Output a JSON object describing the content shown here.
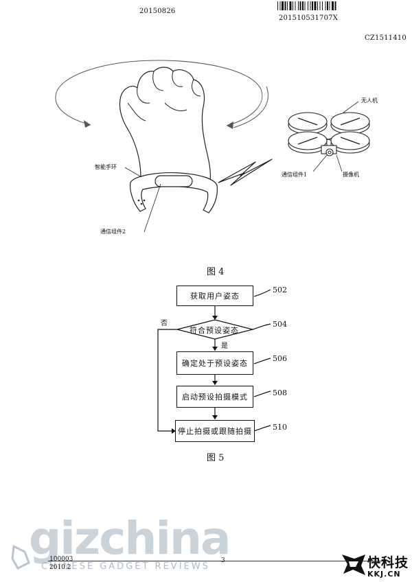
{
  "header": {
    "date": "20150826",
    "application_number": "201510531707X",
    "doc_code": "CZ1511410"
  },
  "figure4": {
    "caption": "图 4",
    "labels": {
      "drone": "无人机",
      "wristband": "智能手环",
      "comm1": "通信组件1",
      "camera": "摄像机",
      "comm2": "通信组件2"
    }
  },
  "figure5": {
    "caption": "图 5",
    "steps": [
      {
        "text": "获取用户姿态",
        "num": "502"
      },
      {
        "text": "符合预设姿态",
        "num": "504"
      },
      {
        "text": "确定处于预设姿态",
        "num": "506"
      },
      {
        "text": "启动预设拍摄模式",
        "num": "508"
      },
      {
        "text": "停止拍摄或跟随拍摄",
        "num": "510"
      }
    ],
    "yes_label": "是",
    "no_label": "否"
  },
  "footer": {
    "code1": "100003",
    "code2": "2010.2",
    "page_number": "3"
  },
  "watermarks": {
    "gizchina": "gizchina",
    "gizchina_sub": "CHINESE GADGET REVIEWS",
    "kkj_title": "快科技",
    "kkj_url": "KKJ.CN"
  }
}
